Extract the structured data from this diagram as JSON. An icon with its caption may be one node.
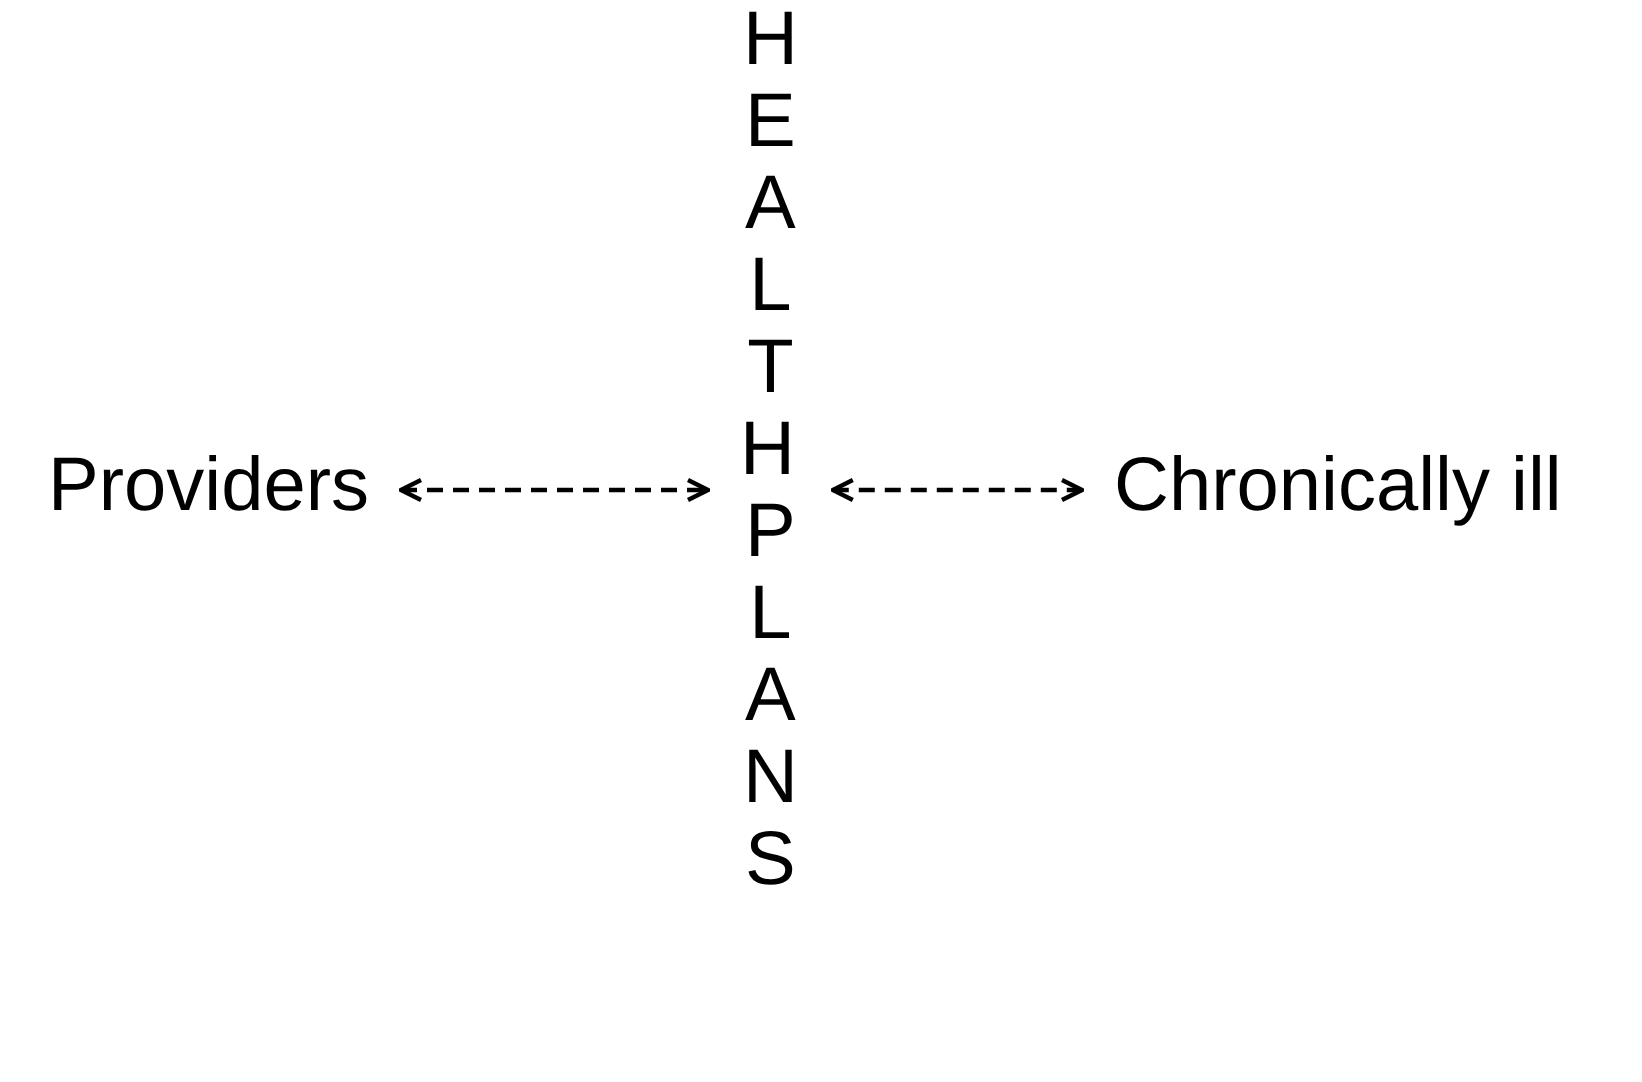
{
  "diagram": {
    "nodes": [
      {
        "text": [
          "Providers"
        ]
      },
      {
        "text": [
          "HEALTH PLANS"
        ]
      },
      {
        "text": [
          "Chronically ill"
        ]
      }
    ],
    "edges": [
      {
        "from": 0,
        "to": 1,
        "arrow": "both",
        "style": "dashed"
      },
      {
        "from": 1,
        "to": 2,
        "arrow": "both",
        "style": "dashed"
      }
    ]
  }
}
